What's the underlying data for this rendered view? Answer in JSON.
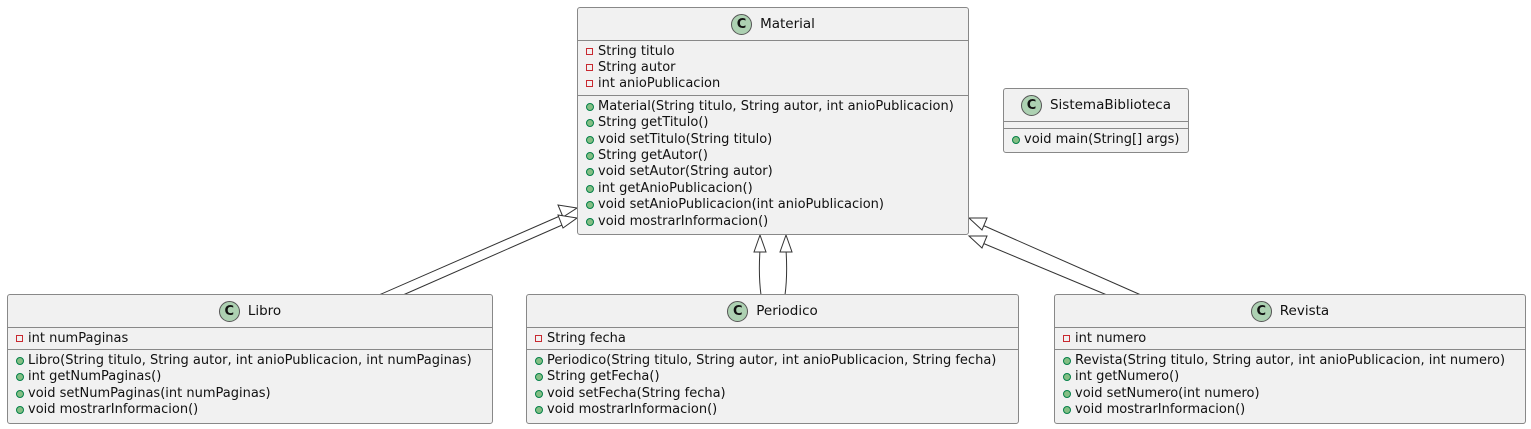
{
  "classes": {
    "material": {
      "name": "Material",
      "attributes": [
        "String titulo",
        "String autor",
        "int anioPublicacion"
      ],
      "methods": [
        "Material(String titulo, String autor, int anioPublicacion)",
        "String getTitulo()",
        "void setTitulo(String titulo)",
        "String getAutor()",
        "void setAutor(String autor)",
        "int getAnioPublicacion()",
        "void setAnioPublicacion(int anioPublicacion)",
        "void mostrarInformacion()"
      ]
    },
    "sistema": {
      "name": "SistemaBiblioteca",
      "attributes": [],
      "methods": [
        "void main(String[] args)"
      ]
    },
    "libro": {
      "name": "Libro",
      "attributes": [
        "int numPaginas"
      ],
      "methods": [
        "Libro(String titulo, String autor, int anioPublicacion, int numPaginas)",
        "int getNumPaginas()",
        "void setNumPaginas(int numPaginas)",
        "void mostrarInformacion()"
      ]
    },
    "periodico": {
      "name": "Periodico",
      "attributes": [
        "String fecha"
      ],
      "methods": [
        "Periodico(String titulo, String autor, int anioPublicacion, String fecha)",
        "String getFecha()",
        "void setFecha(String fecha)",
        "void mostrarInformacion()"
      ]
    },
    "revista": {
      "name": "Revista",
      "attributes": [
        "int numero"
      ],
      "methods": [
        "Revista(String titulo, String autor, int anioPublicacion, int numero)",
        "int getNumero()",
        "void setNumero(int numero)",
        "void mostrarInformacion()"
      ]
    }
  },
  "class_icon_letter": "C",
  "colors": {
    "class_fill": "#f1f1f1",
    "class_border": "#888888",
    "icon_fill": "#add1b2",
    "private_marker": "#c82930",
    "public_marker": "#84be84",
    "edge": "#333333"
  },
  "relations": [
    {
      "child": "Libro",
      "parent": "Material",
      "type": "extends"
    },
    {
      "child": "Libro",
      "parent": "Material",
      "type": "extends"
    },
    {
      "child": "Periodico",
      "parent": "Material",
      "type": "extends"
    },
    {
      "child": "Periodico",
      "parent": "Material",
      "type": "extends"
    },
    {
      "child": "Revista",
      "parent": "Material",
      "type": "extends"
    },
    {
      "child": "Revista",
      "parent": "Material",
      "type": "extends"
    }
  ]
}
